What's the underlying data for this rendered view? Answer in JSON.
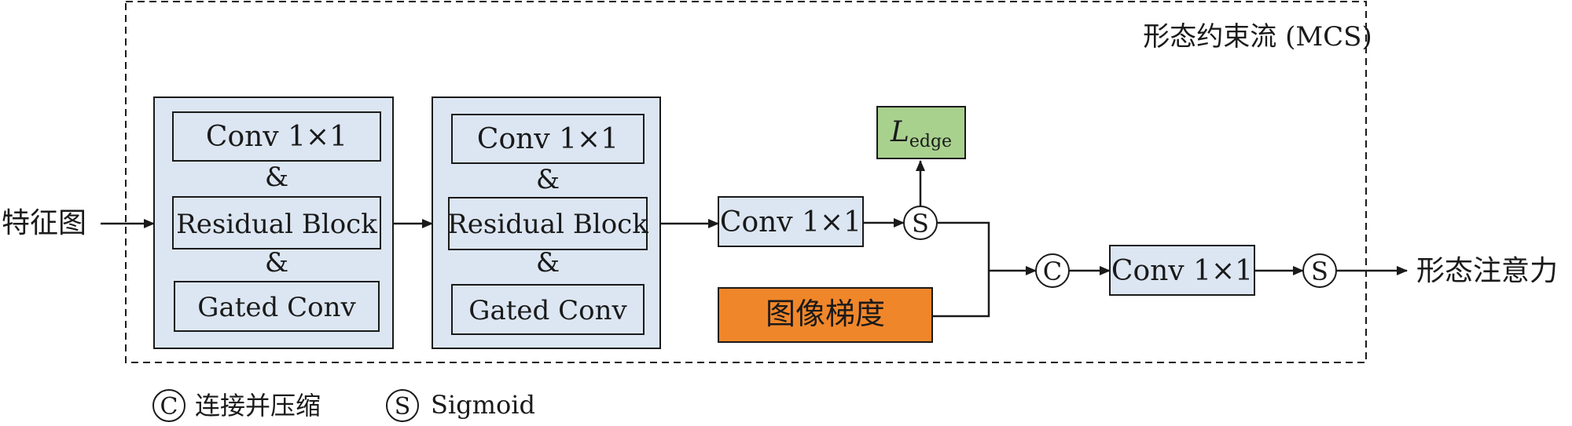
{
  "frame_label": "形态约束流 (MCS)",
  "input_label": "特征图",
  "output_label": "形态注意力",
  "block1": {
    "conv": "Conv 1×1",
    "amp1": "&",
    "residual": "Residual Block",
    "amp2": "&",
    "gated": "Gated Conv"
  },
  "block2": {
    "conv": "Conv 1×1",
    "amp1": "&",
    "residual": "Residual Block",
    "amp2": "&",
    "gated": "Gated Conv"
  },
  "conv_mid": "Conv 1×1",
  "conv_out": "Conv 1×1",
  "loss": {
    "main": "L",
    "sub": "edge"
  },
  "gradient_label": "图像梯度",
  "op_concat_symbol": "C",
  "op_sigmoid_symbol": "S",
  "legend": {
    "concat_label": "连接并压缩",
    "sigmoid_label": "Sigmoid"
  },
  "colors": {
    "block_fill": "#dce6f2",
    "loss_fill": "#a9d18e",
    "gradient_fill": "#f0862a",
    "stroke": "#1a1a1a"
  }
}
